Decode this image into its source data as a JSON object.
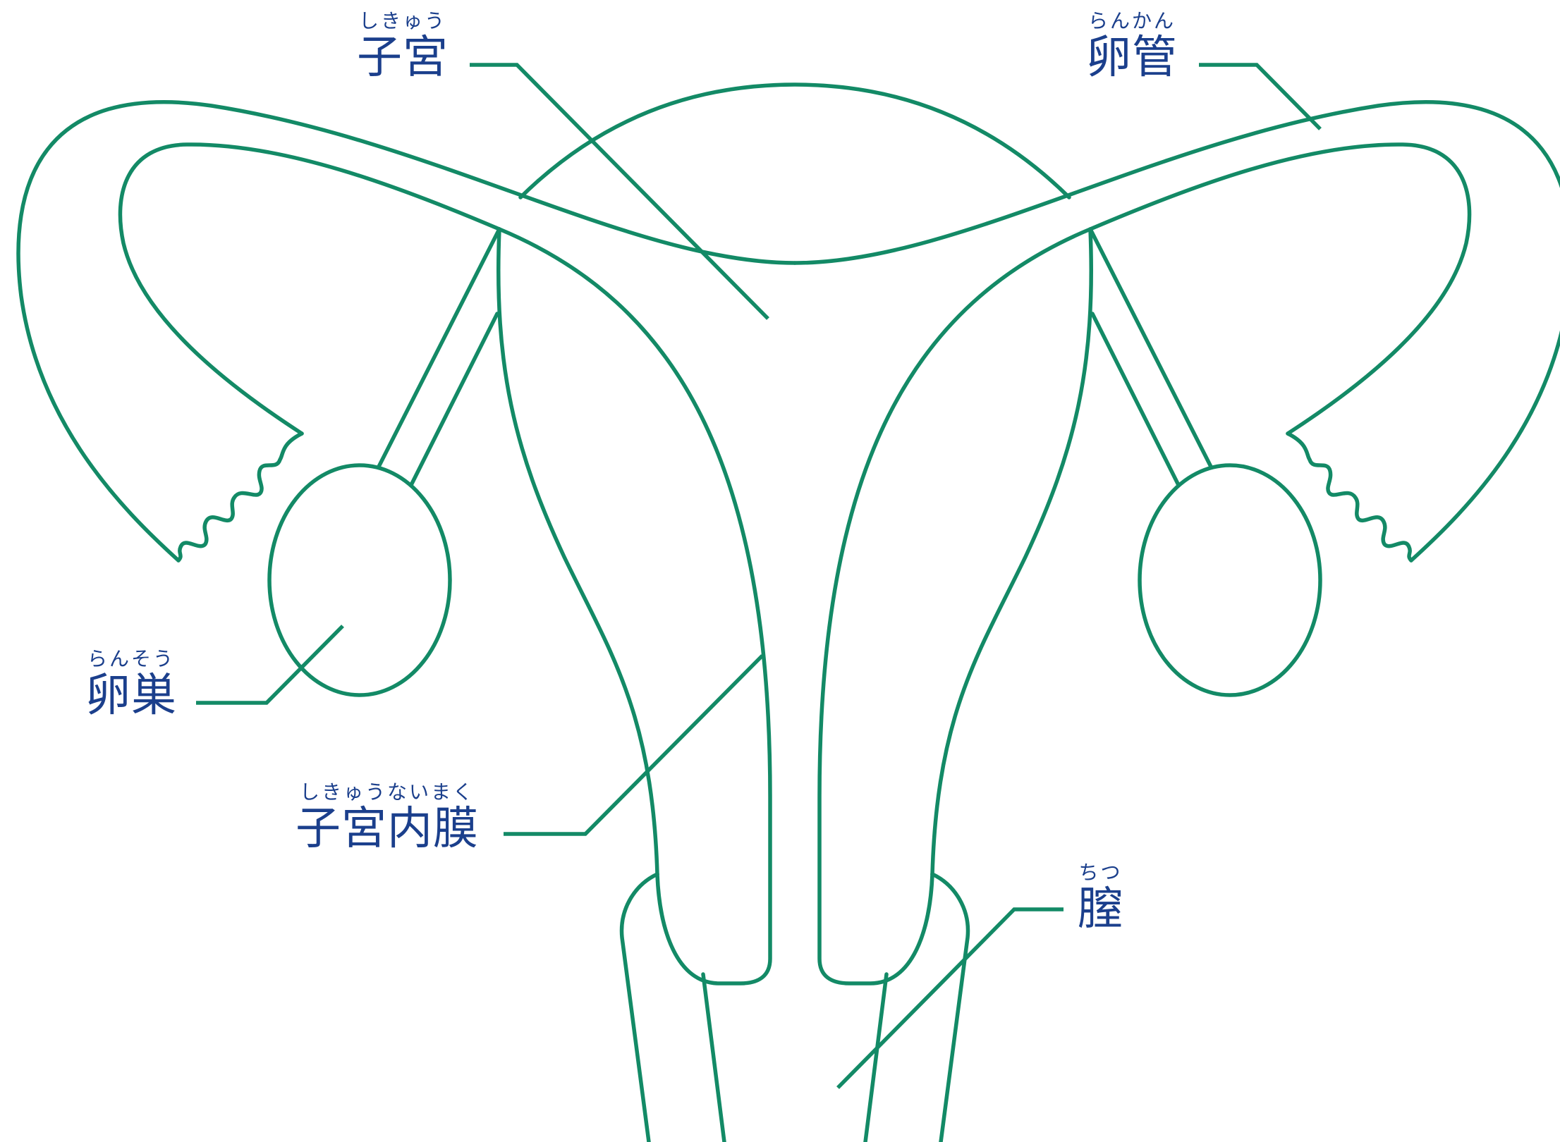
{
  "colors": {
    "outline": "#138a66",
    "label_text": "#1b3f8c",
    "background": "#ffffff"
  },
  "labels": {
    "uterus": {
      "text": "子宮",
      "reading": "しきゅう"
    },
    "fallopian_tube": {
      "text": "卵管",
      "reading": "らんかん"
    },
    "ovary": {
      "text": "卵巣",
      "reading": "らんそう"
    },
    "endometrium": {
      "text": "子宮内膜",
      "reading": "しきゅうないまく"
    },
    "vagina": {
      "text": "膣",
      "reading": "ちつ"
    }
  }
}
